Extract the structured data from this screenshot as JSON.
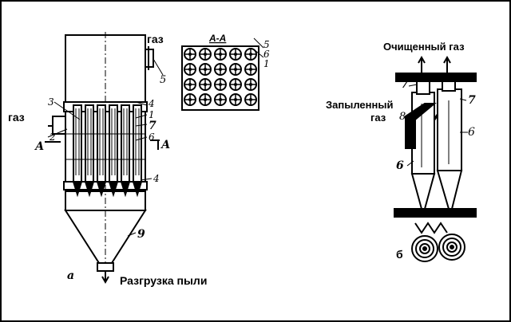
{
  "labels": {
    "gas_out_left": "газ",
    "gas_in_left": "газ",
    "section": "А-А",
    "dust_discharge": "Разгрузка пыли",
    "fig_a": "а",
    "clean_gas": "Очищенный газ",
    "dusty_gas_line1": "Запыленный",
    "dusty_gas_line2": "газ",
    "fig_b": "б"
  },
  "callouts": {
    "n5_top": "5",
    "n5_side": "5",
    "n6_section": "6",
    "n1_section": "1",
    "n3": "3",
    "n4_upper": "4",
    "n1": "1",
    "n7_left": "7",
    "n6_left": "6",
    "n4_lower": "4",
    "n2": "2",
    "n9": "9",
    "A_left": "А",
    "A_right": "А",
    "n7_b_left": "7",
    "n7_b_right": "7",
    "n8": "8",
    "n6_b_right": "6",
    "n6_b_left": "6"
  },
  "section_grid": {
    "rows": 4,
    "cols": 5
  }
}
